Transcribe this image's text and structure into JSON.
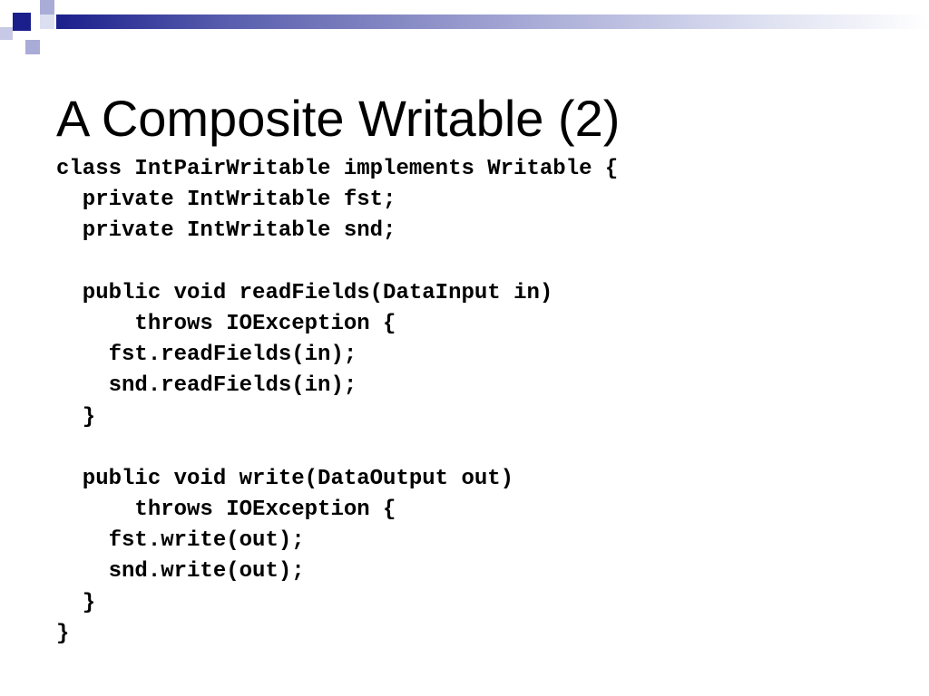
{
  "slide": {
    "title": "A Composite Writable (2)",
    "code_lines": [
      "class IntPairWritable implements Writable {",
      "  private IntWritable fst;",
      "  private IntWritable snd;",
      "",
      "  public void readFields(DataInput in)",
      "      throws IOException {",
      "    fst.readFields(in);",
      "    snd.readFields(in);",
      "  }",
      "",
      "  public void write(DataOutput out)",
      "      throws IOException {",
      "    fst.write(out);",
      "    snd.write(out);",
      "  }",
      "}"
    ]
  },
  "colors": {
    "navy": "#1a1f8c",
    "lavender": "#a9acd6",
    "pale": "#dcdff0",
    "text": "#000000",
    "background": "#ffffff"
  }
}
